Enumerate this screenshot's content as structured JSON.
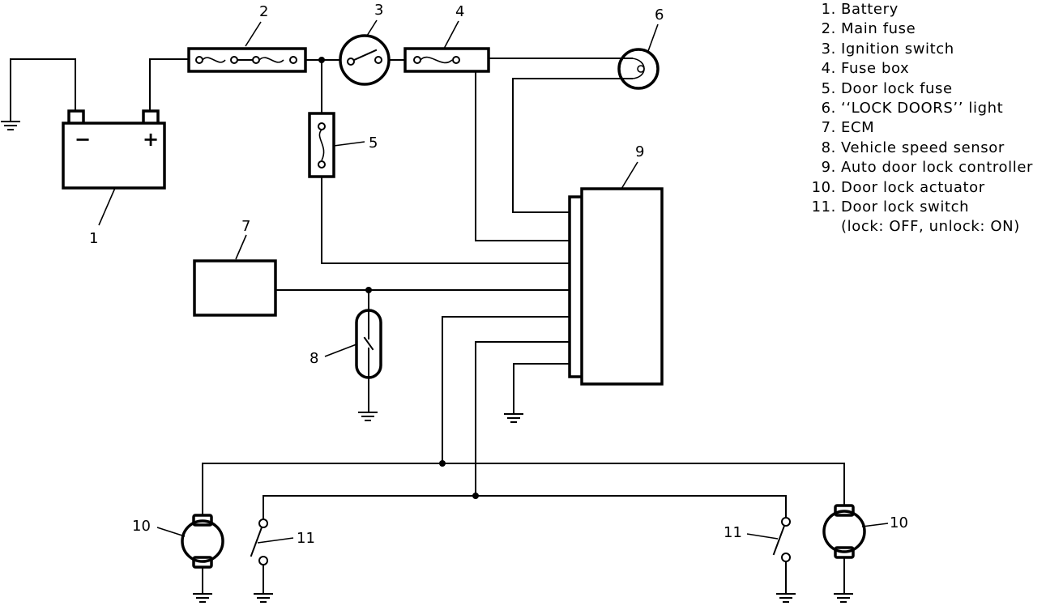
{
  "legend": {
    "items": [
      {
        "num": "1",
        "text": "Battery"
      },
      {
        "num": "2",
        "text": "Main fuse"
      },
      {
        "num": "3",
        "text": "Ignition switch"
      },
      {
        "num": "4",
        "text": "Fuse box"
      },
      {
        "num": "5",
        "text": "Door lock fuse"
      },
      {
        "num": "6",
        "text": "‘‘LOCK DOORS’’ light"
      },
      {
        "num": "7",
        "text": "ECM"
      },
      {
        "num": "8",
        "text": "Vehicle speed sensor"
      },
      {
        "num": "9",
        "text": "Auto door lock controller"
      },
      {
        "num": "10",
        "text": "Door lock actuator"
      },
      {
        "num": "11",
        "text": "Door lock switch"
      }
    ],
    "note": "(lock: OFF, unlock: ON)"
  },
  "battery": {
    "minus": "−",
    "plus": "+"
  },
  "callouts": {
    "battery": "1",
    "main_fuse": "2",
    "ignition_switch": "3",
    "fuse_box": "4",
    "door_lock_fuse": "5",
    "lock_doors_light": "6",
    "ecm": "7",
    "speed_sensor": "8",
    "controller": "9",
    "actuator_left": "10",
    "switch_left": "11",
    "switch_right": "11",
    "actuator_right": "10"
  }
}
